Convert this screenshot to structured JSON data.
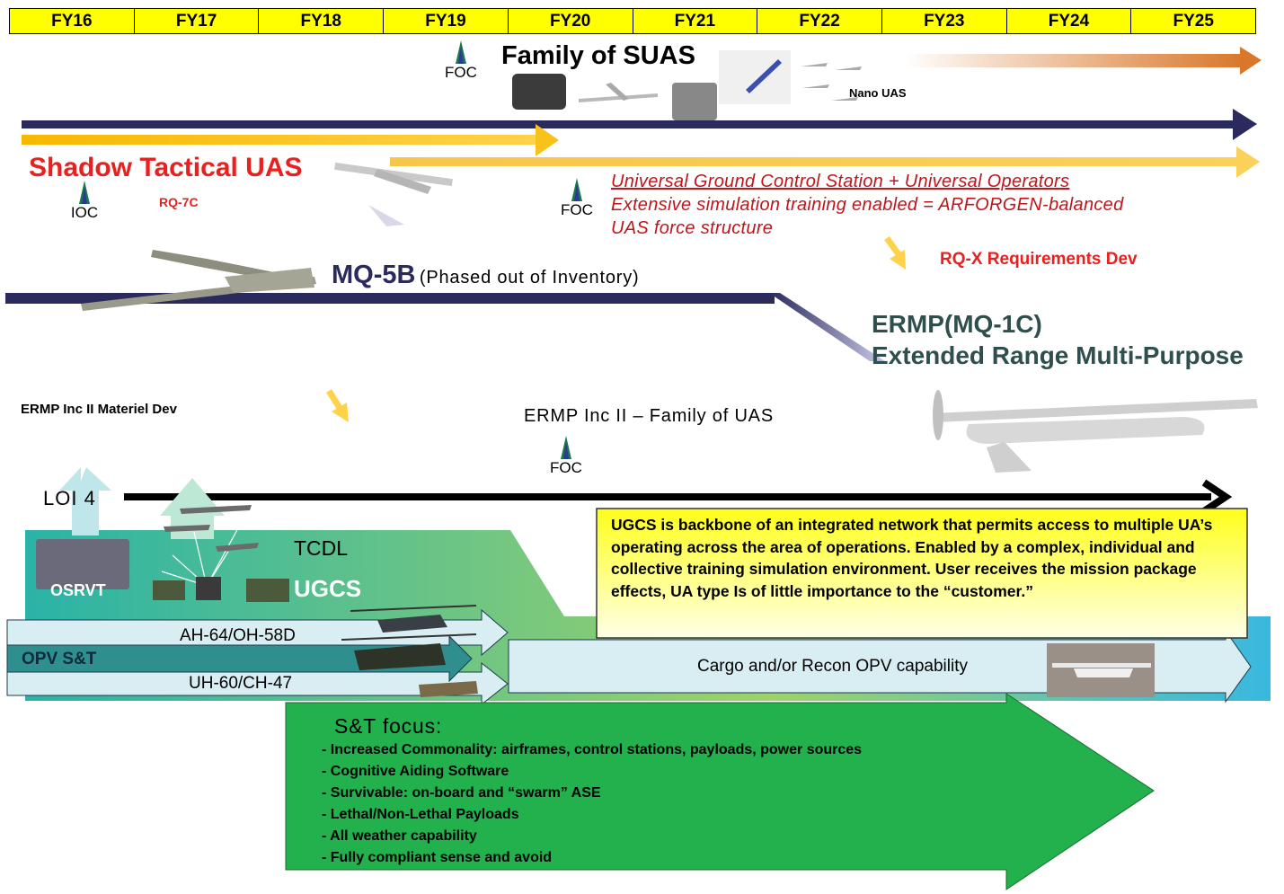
{
  "fiscal_years": [
    "FY16",
    "FY17",
    "FY18",
    "FY19",
    "FY20",
    "FY21",
    "FY22",
    "FY23",
    "FY24",
    "FY25"
  ],
  "suas": {
    "title": "Family of SUAS",
    "milestone": "FOC",
    "nano_label": "Nano UAS"
  },
  "shadow": {
    "title": "Shadow Tactical UAS",
    "model": "RQ-7C",
    "ioc": "IOC",
    "foc": "FOC"
  },
  "ugcs_note": {
    "line1": "Universal Ground Control Station + Universal Operators",
    "line2": "Extensive simulation training enabled = ARFORGEN-balanced",
    "line3": "UAS force structure"
  },
  "rqx": "RQ-X Requirements Dev",
  "mq5b": {
    "title": "MQ-5B",
    "subtitle": "(Phased out of Inventory)"
  },
  "ermp": {
    "title": "ERMP(MQ-1C)",
    "subtitle": "Extended Range Multi-Purpose"
  },
  "ermp_inc2": {
    "materiel": "ERMP Inc II Materiel Dev",
    "family": "ERMP Inc II – Family of UAS",
    "foc": "FOC"
  },
  "loi": "LOI 4",
  "network": {
    "tcdl": "TCDL",
    "ugcs": "UGCS",
    "osrvt": "OSRVT"
  },
  "ugcs_box": "UGCS  is backbone of an integrated network that permits access to multiple UA’s operating across the area of operations.  Enabled by a complex, individual and collective training simulation environment.  User receives the mission package effects, UA type Is of little importance to the  “customer.”",
  "opv": {
    "label": "OPV S&T",
    "upper": "AH-64/OH-58D",
    "lower": "UH-60/CH-47",
    "cargo": "Cargo and/or Recon OPV capability"
  },
  "st_focus": {
    "title": "S&T focus:",
    "bullets": [
      "- Increased Commonality: airframes, control stations, payloads, power sources",
      "- Cognitive Aiding Software",
      "- Survivable: on-board and “swarm” ASE",
      "- Lethal/Non-Lethal Payloads",
      "- All weather capability",
      "- Fully compliant sense and avoid"
    ]
  },
  "colors": {
    "header": "#ffff00",
    "navy": "#2a2a5c",
    "gold": "#f7b800",
    "red": "#e8201f",
    "green": "#22b14c",
    "ermp": "#2f4f4f"
  }
}
